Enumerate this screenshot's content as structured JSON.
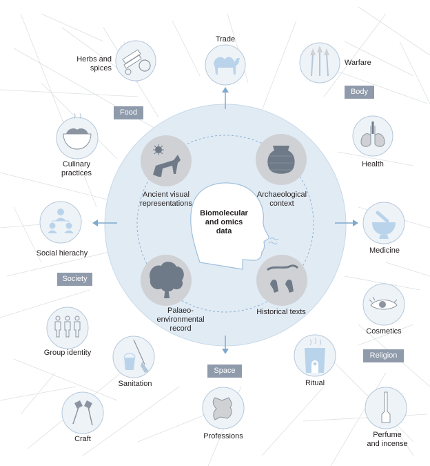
{
  "center": {
    "line1": "Biomolecular",
    "line2": "and omics",
    "line3": "data"
  },
  "inner": {
    "ancient_visual": "Ancient visual\nrepresentations",
    "archaeological": "Archaeological\ncontext",
    "palaeo": "Palaeo-\nenvironmental\nrecord",
    "historical": "Historical texts"
  },
  "categories": {
    "food": "Food",
    "body": "Body",
    "society": "Society",
    "space": "Space",
    "religion": "Religion"
  },
  "nodes": {
    "trade": "Trade",
    "herbs": "Herbs and\nspices",
    "warfare": "Warfare",
    "culinary": "Culinary\npractices",
    "health": "Health",
    "social": "Social hierachy",
    "medicine": "Medicine",
    "cosmetics": "Cosmetics",
    "group": "Group identity",
    "sanitation": "Sanitation",
    "ritual": "Ritual",
    "craft": "Craft",
    "professions": "Professions",
    "perfume": "Perfume\nand incense"
  },
  "colors": {
    "big_circle": "#e1ebf4",
    "inner_icon": "#cfd1d4",
    "inner_fill": "#6f7a88",
    "outer_icon_bg": "#eef3f8",
    "outer_icon_stroke": "#b4c7da",
    "outer_icon_fill": "#b9d4ea",
    "arrow": "#7fa9cc",
    "category_box": "#8f9aab",
    "background_lines": "#dcdfe3"
  }
}
